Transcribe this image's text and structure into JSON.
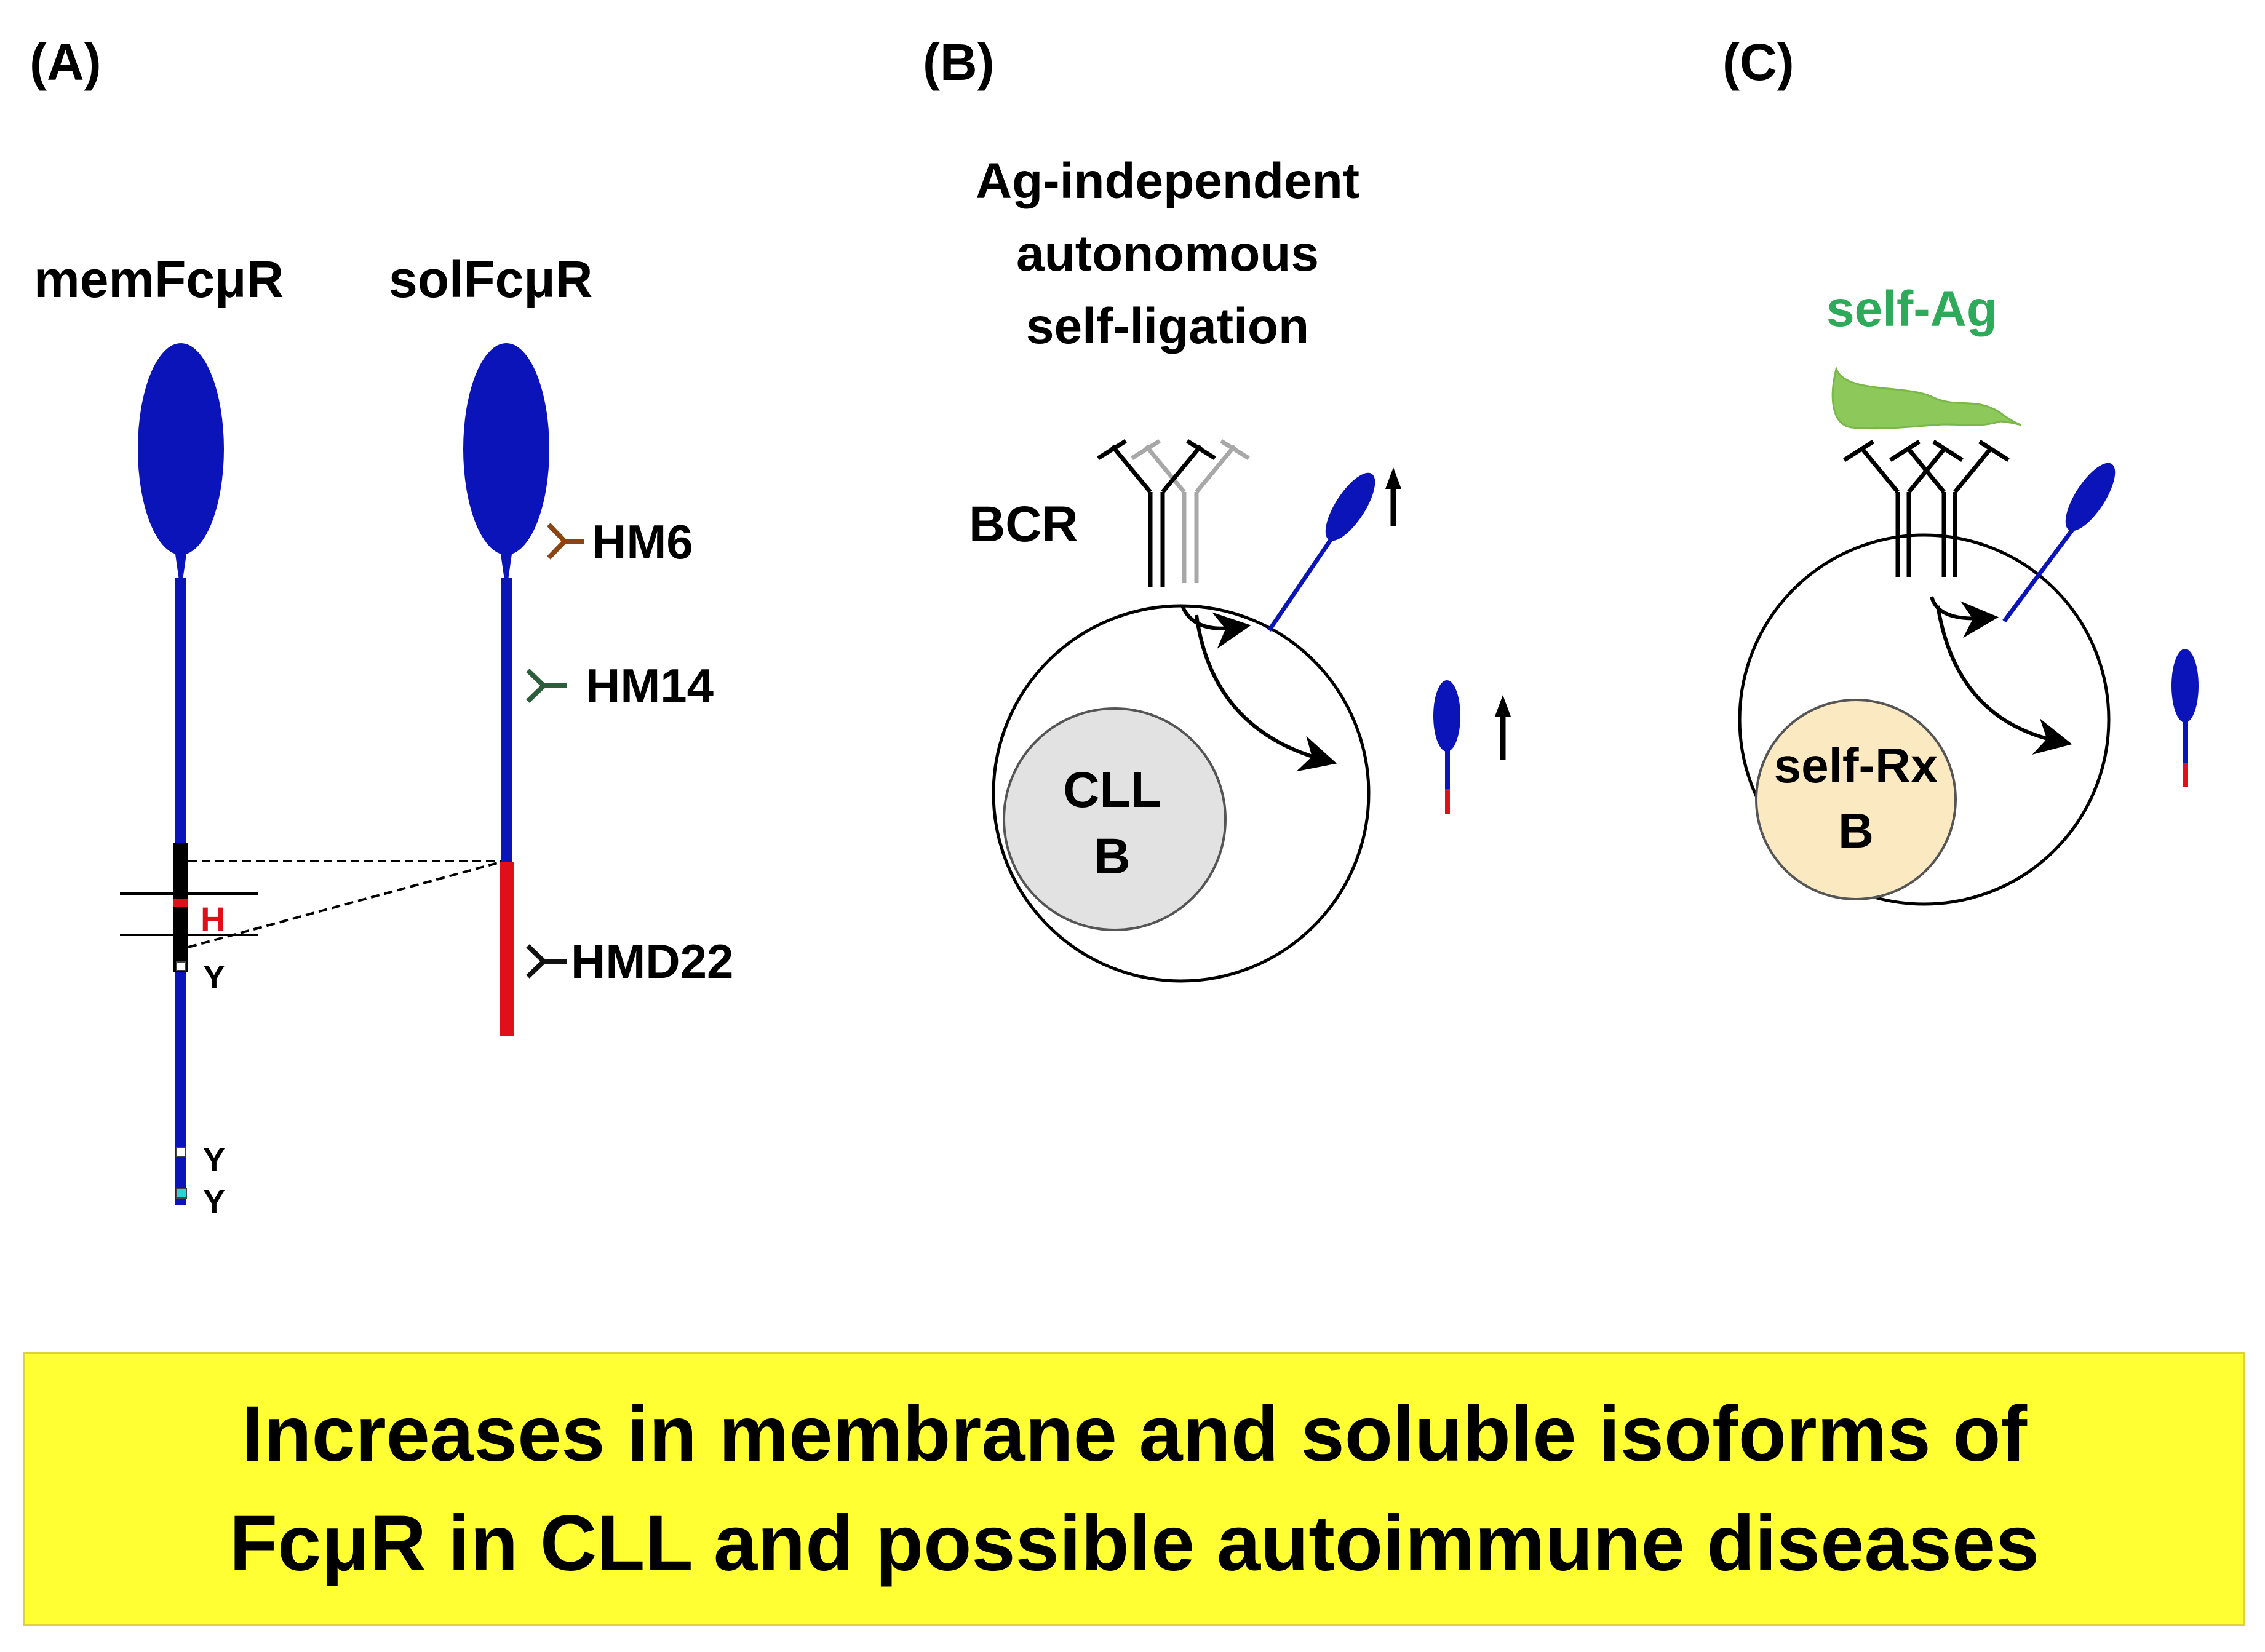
{
  "colors": {
    "receptor_blue": "#0a14b8",
    "hmd22_red": "#e01018",
    "hinge_label_red": "#e01018",
    "hm6_brown": "#8b4513",
    "hm14_green": "#2d5d3a",
    "self_ag_green": "#2daa5a",
    "self_ag_fill": "#8cc85a",
    "bcr_grey": "#a8a8a8",
    "cll_nucleus": "#e2e2e2",
    "selfrx_nucleus": "#fbe9c2",
    "banner_yellow": "#ffff33"
  },
  "panel_a": {
    "label": "(A)",
    "mem_title": "memFcμR",
    "sol_title": "solFcμR",
    "hinge": "H",
    "tyr_1": "Y",
    "tyr_2": "Y",
    "tyr_3": "Y",
    "hm6": "HM6",
    "hm14": "HM14",
    "hmd22": "HMD22"
  },
  "panel_b": {
    "label": "(B)",
    "caption_1": "Ag-independent",
    "caption_2": "autonomous",
    "caption_3": "self-ligation",
    "bcr": "BCR",
    "nucleus_1": "CLL",
    "nucleus_2": "B"
  },
  "panel_c": {
    "label": "(C)",
    "self_ag": "self-Ag",
    "nucleus_1": "self-Rx",
    "nucleus_2": "B"
  },
  "banner": {
    "line_1": "Increases in membrane and soluble isoforms of",
    "line_2": "FcμR in CLL and possible autoimmune diseases"
  }
}
